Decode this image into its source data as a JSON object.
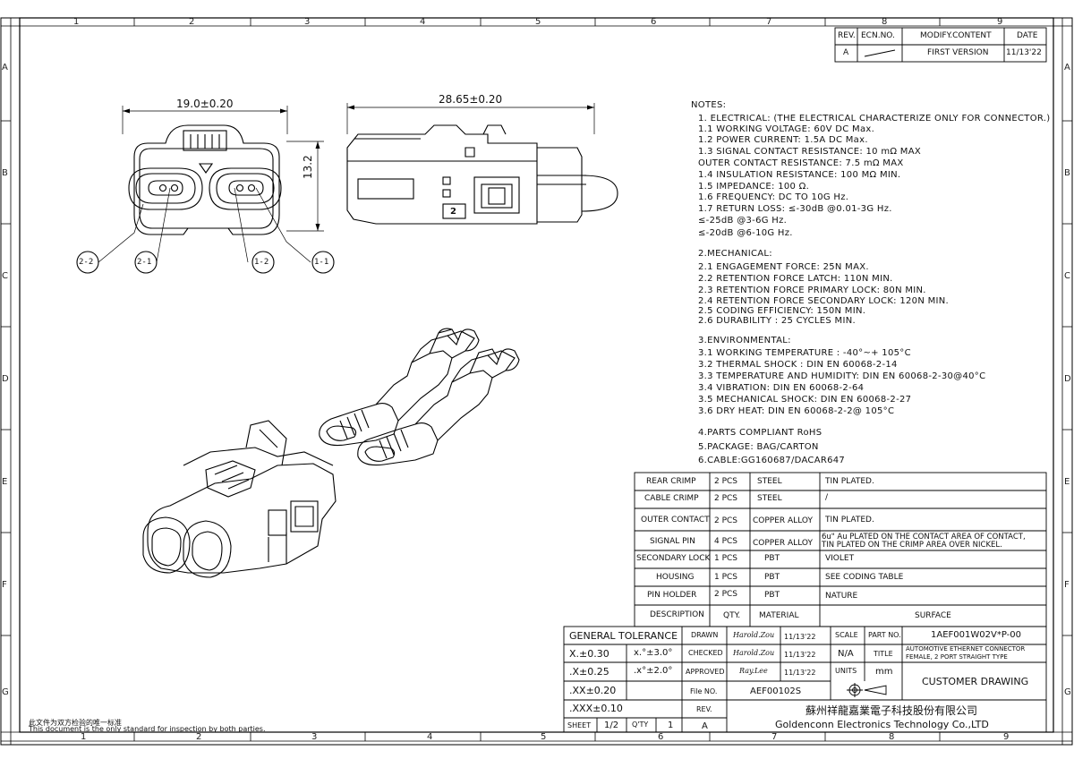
{
  "border_zones": {
    "columns": [
      "1",
      "2",
      "3",
      "4",
      "5",
      "6",
      "7",
      "8",
      "9"
    ],
    "rows": [
      "A",
      "B",
      "C",
      "D",
      "E",
      "F",
      "G"
    ]
  },
  "revision_table": {
    "headers": [
      "REV.",
      "ECN.NO.",
      "MODIFY.CONTENT",
      "DATE"
    ],
    "row": {
      "rev": "A",
      "content": "FIRST VERSION",
      "date": "11/13'22"
    }
  },
  "dimensions": {
    "width": "19.0±0.20",
    "length": "28.65±0.20",
    "height": "13.2",
    "coding_label": "2"
  },
  "callouts": [
    "2-2",
    "2-1",
    "1-2",
    "1-1"
  ],
  "notes": {
    "heading": "NOTES:",
    "lines": [
      "1. ELECTRICAL: (THE ELECTRICAL CHARACTERIZE ONLY FOR CONNECTOR.)",
      "1.1 WORKING VOLTAGE: 60V DC Max.",
      "1.2 POWER CURRENT: 1.5A DC Max.",
      "1.3 SIGNAL CONTACT RESISTANCE:   10 mΩ MAX",
      "  OUTER CONTACT RESISTANCE:   7.5 mΩ MAX",
      "1.4 INSULATION RESISTANCE:   100 MΩ MIN.",
      "1.5 IMPEDANCE:   100 Ω.",
      "1.6 FREQUENCY: DC TO 10G Hz.",
      "1.7 RETURN LOSS: ≤-30dB @0.01-3G Hz.",
      "                 ≤-25dB @3-6G Hz.",
      "                 ≤-20dB @6-10G Hz.",
      "",
      "2.MECHANICAL:",
      "2.1 ENGAGEMENT FORCE: 25N MAX.",
      "2.2 RETENTION FORCE LATCH: 110N MIN.",
      "2.3 RETENTION FORCE PRIMARY LOCK: 80N MIN.",
      "2.4 RETENTION FORCE SECONDARY LOCK: 120N MIN.",
      "2.5 CODING EFFICIENCY: 150N MIN.",
      "2.6 DURABILITY : 25 CYCLES MIN.",
      "",
      "3.ENVIRONMENTAL:",
      "3.1 WORKING TEMPERATURE : -40°~+ 105°C",
      "3.2 THERMAL SHOCK : DIN EN 60068-2-14",
      "3.3 TEMPERATURE AND HUMIDITY: DIN EN 60068-2-30@40°C",
      "3.4 VIBRATION: DIN EN 60068-2-64",
      "3.5 MECHANICAL SHOCK: DIN EN 60068-2-27",
      "3.6 DRY HEAT: DIN EN 60068-2-2@ 105°C",
      "",
      "4.PARTS COMPLIANT RoHS",
      "5.PACKAGE: BAG/CARTON",
      "6.CABLE:GG160687/DACAR647"
    ]
  },
  "bom": {
    "rows": [
      {
        "desc": "REAR CRIMP",
        "qty": "2 PCS",
        "material": "STEEL",
        "surface": "TIN PLATED."
      },
      {
        "desc": "CABLE CRIMP",
        "qty": "2 PCS",
        "material": "STEEL",
        "surface": "/"
      },
      {
        "desc": "OUTER CONTACT",
        "qty": "2 PCS",
        "material": "COPPER ALLOY",
        "surface": "TIN PLATED."
      },
      {
        "desc": "SIGNAL PIN",
        "qty": "4 PCS",
        "material": "COPPER ALLOY",
        "surface": "6u\" Au PLATED ON THE CONTACT AREA OF CONTACT,",
        "surface2": "TIN PLATED ON THE CRIMP AREA OVER NICKEL."
      },
      {
        "desc": "SECONDARY LOCK",
        "qty": "1 PCS",
        "material": "PBT",
        "surface": "VIOLET"
      },
      {
        "desc": "HOUSING",
        "qty": "1 PCS",
        "material": "PBT",
        "surface": "SEE CODING TABLE"
      },
      {
        "desc": "PIN HOLDER",
        "qty": "2 PCS",
        "material": "PBT",
        "surface": "NATURE"
      }
    ],
    "headers": {
      "desc": "DESCRIPTION",
      "qty": "QTY.",
      "material": "MATERIAL",
      "surface": "SURFACE"
    }
  },
  "title_block": {
    "general_tolerance": "GENERAL TOLERANCE",
    "tol_x": "X.±0.30",
    "tol_xx": ".X±0.25",
    "tol_xxx": ".XX±0.20",
    "tol_xxxx": ".XXX±0.10",
    "angle1": "x.°±3.0°",
    "angle2": ".x°±2.0°",
    "drawn_label": "DRAWN",
    "checked_label": "CHECKED",
    "approved_label": "APPROVED",
    "drawn_by": "Harold.Zou",
    "checked_by": "Harold.Zou",
    "approved_by": "Ray.Lee",
    "drawn_date": "11/13'22",
    "checked_date": "11/13'22",
    "approved_date": "11/13'22",
    "scale_label": "SCALE",
    "scale": "N/A",
    "units_label": "UNITS",
    "units": "mm",
    "partno_label": "PART NO.",
    "part_no": "1AEF001W02V*P-00",
    "title_label": "TITLE",
    "title_line1": "AUTOMOTIVE ETHERNET CONNECTOR",
    "title_line2": "FEMALE, 2 PORT STRAIGHT TYPE",
    "customer_drawing": "CUSTOMER DRAWING",
    "file_label": "File NO.",
    "file_no": "AEF00102S",
    "rev_label": "REV.",
    "rev": "A",
    "sheet_label": "SHEET",
    "sheet": "1/2",
    "qty_label": "Q'TY",
    "qty": "1",
    "company_cn": "蘇州祥龍嘉業電子科技股份有限公司",
    "company_en": "Goldenconn Electronics Technology Co.,LTD"
  },
  "footer": {
    "cn": "此文件为双方检验的唯一标准",
    "en": "This document is the only standard for inspection by both parties."
  }
}
